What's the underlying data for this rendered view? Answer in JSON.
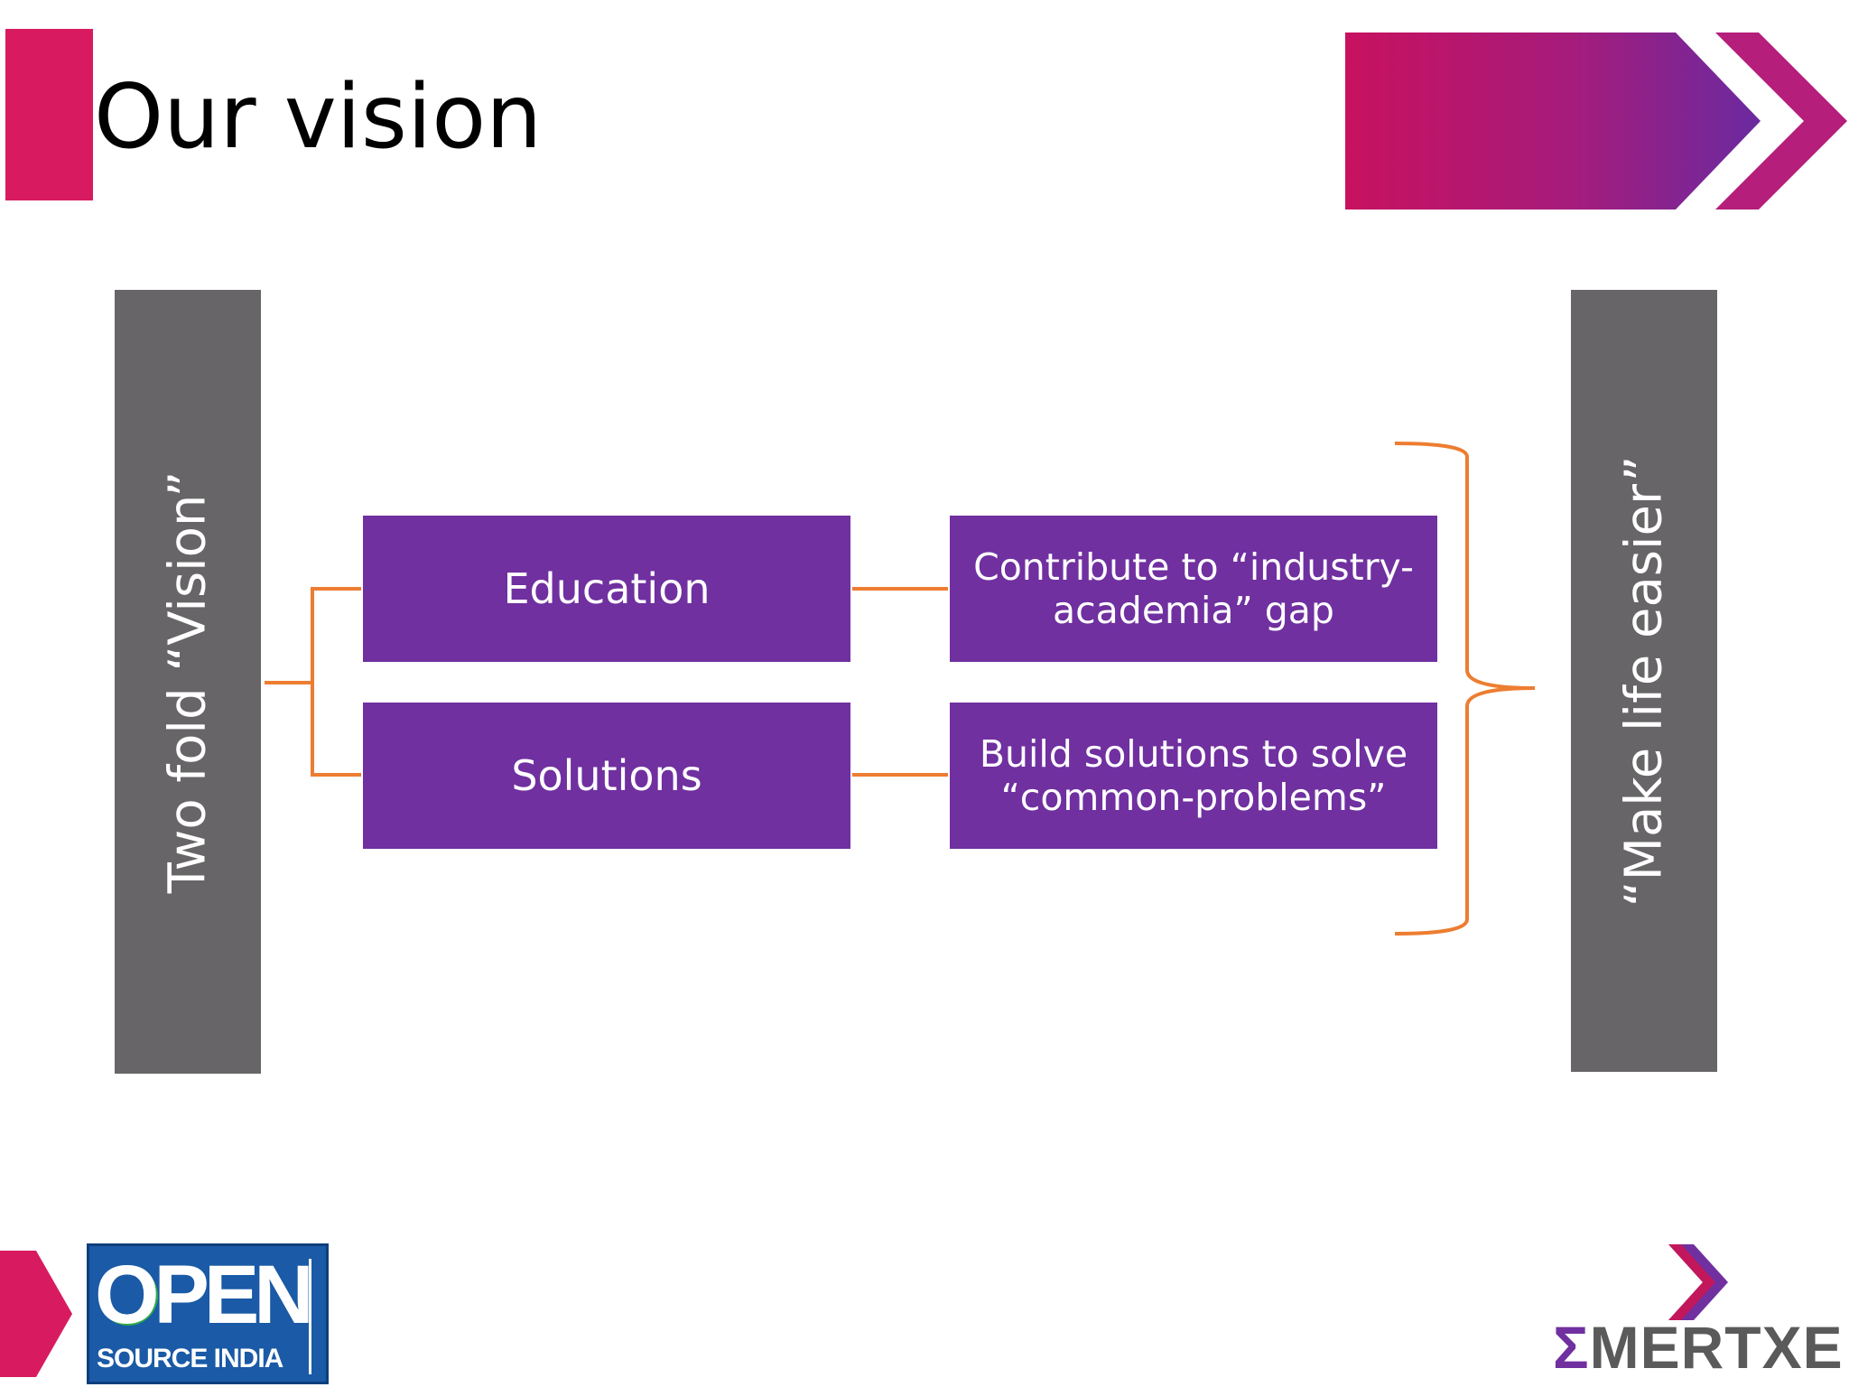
{
  "slide": {
    "title": "Our vision"
  },
  "pillars": {
    "left": "Two fold “Vision”",
    "right": "“Make life easier”"
  },
  "boxes": {
    "education": "Education",
    "solutions": "Solutions",
    "contribute": "Contribute to “industry-academia” gap",
    "build": "Build solutions to solve “common-problems”"
  },
  "footer": {
    "osi_open": "OPEN",
    "osi_sub": "SOURCE INDIA",
    "emertxe_sigma": "Σ",
    "emertxe_rest": "MERTXE"
  },
  "colors": {
    "accent": "#d81b60",
    "purple": "#7030a0",
    "gray": "#676567",
    "connector": "#ed7d31",
    "osi_blue": "#1a5aa6"
  }
}
